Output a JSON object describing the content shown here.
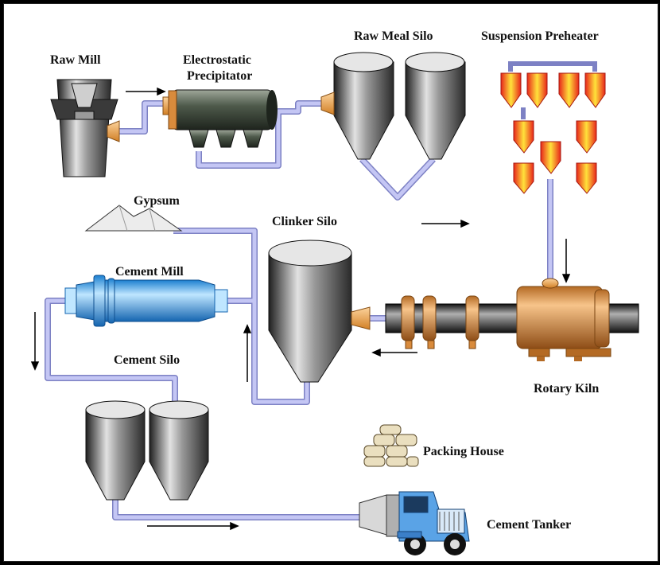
{
  "labels": {
    "raw_mill": "Raw Mill",
    "esp_line1": "Electrostatic",
    "esp_line2": "Precipitator",
    "raw_meal_silo": "Raw Meal Silo",
    "suspension_preheater": "Suspension Preheater",
    "gypsum": "Gypsum",
    "clinker_silo": "Clinker Silo",
    "cement_mill": "Cement Mill",
    "cement_silo": "Cement Silo",
    "rotary_kiln": "Rotary Kiln",
    "packing_house": "Packing House",
    "cement_tanker": "Cement Tanker"
  },
  "colors": {
    "pipe": "#b7b9ee",
    "pipe_edge": "#6e72b8",
    "silo_dark": "#2b2b2b",
    "silo_light": "#d8d8d8",
    "nozzle": "#f2a24a",
    "kiln_orange": "#d98b3c",
    "cyclone_red": "#e8261b",
    "cyclone_yellow": "#ffe23a",
    "mill_blue": "#3aa9ee",
    "truck_blue": "#5aa3e6"
  }
}
